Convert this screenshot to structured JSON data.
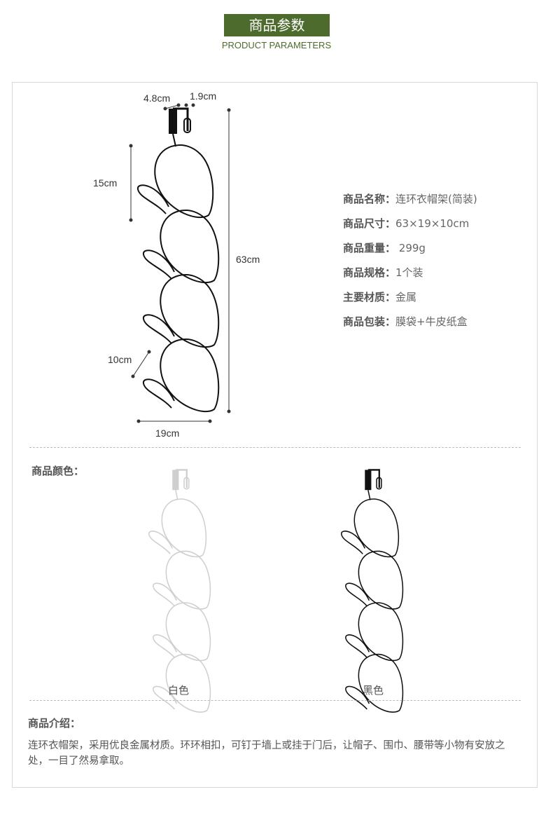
{
  "header": {
    "title": "商品参数",
    "subtitle": "PRODUCT PARAMETERS"
  },
  "dimensions": {
    "hook_depth": "4.8cm",
    "hook_width": "1.9cm",
    "loop_height": "15cm",
    "total_height": "63cm",
    "loop_depth": "10cm",
    "width": "19cm"
  },
  "specs": [
    {
      "label": "商品名称：",
      "value": "连环衣帽架(简装)"
    },
    {
      "label": "商品尺寸：",
      "value": "63×19×10cm"
    },
    {
      "label": "商品重量：",
      "value": " 299g"
    },
    {
      "label": "商品规格：",
      "value": "1个装"
    },
    {
      "label": "主要材质：",
      "value": "金属"
    },
    {
      "label": "商品包装：",
      "value": "膜袋+牛皮纸盒"
    }
  ],
  "colors": {
    "heading": "商品颜色：",
    "options": [
      {
        "name": "白色",
        "hex": "#ffffff"
      },
      {
        "name": "黑色",
        "hex": "#1a1a1a"
      }
    ]
  },
  "intro": {
    "heading": "商品介绍：",
    "text": "连环衣帽架，采用优良金属材质。环环相扣，可钉于墙上或挂于门后，让帽子、围巾、腰带等小物有安放之处，一目了然易拿取。"
  }
}
